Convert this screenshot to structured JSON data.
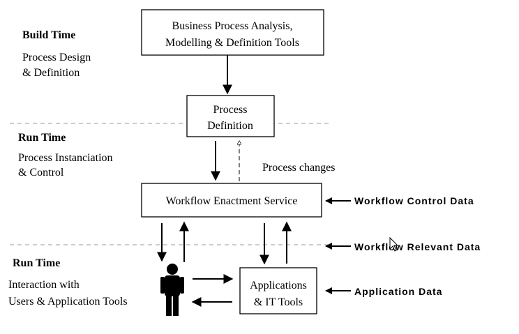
{
  "sections": {
    "build_time": {
      "title": "Build Time",
      "line1": "Process Design",
      "line2": "& Definition"
    },
    "run_time_1": {
      "title": "Run Time",
      "line1": "Process Instanciation",
      "line2": "& Control"
    },
    "run_time_2": {
      "title": "Run Time",
      "line1": "Interaction with",
      "line2": "Users & Application Tools"
    }
  },
  "boxes": {
    "analysis_tools": {
      "line1": "Business Process Analysis,",
      "line2": "Modelling & Definition Tools"
    },
    "process_definition": {
      "line1": "Process",
      "line2": "Definition"
    },
    "workflow_service": {
      "label": "Workflow Enactment Service"
    },
    "applications": {
      "line1": "Applications",
      "line2": "& IT Tools"
    }
  },
  "annotations": {
    "process_changes": "Process changes",
    "workflow_control_data": "Workflow Control Data",
    "workflow_relevant_data": "Workflow Relevant Data",
    "application_data": "Application Data"
  },
  "icons": {
    "user": "person-icon",
    "pointer": "mouse-cursor-icon"
  }
}
